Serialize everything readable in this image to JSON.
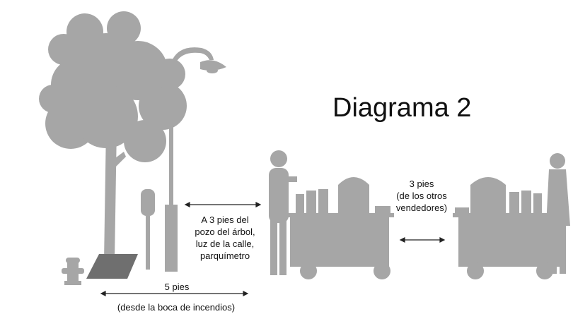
{
  "title": "Diagrama 2",
  "labels": {
    "clearance_objects": [
      "A 3 pies del",
      "pozo del árbol,",
      "luz de la calle,",
      "parquímetro"
    ],
    "vendor_gap": [
      "3 pies",
      "(de los otros",
      "vendedores)"
    ],
    "hydrant_distance": "5 pies",
    "hydrant_note": "(desde la boca de incendios)"
  },
  "colors": {
    "silhouette": "#a6a6a6",
    "tree_pit": "#6f6f6f",
    "arrow": "#222222",
    "text": "#111111"
  }
}
